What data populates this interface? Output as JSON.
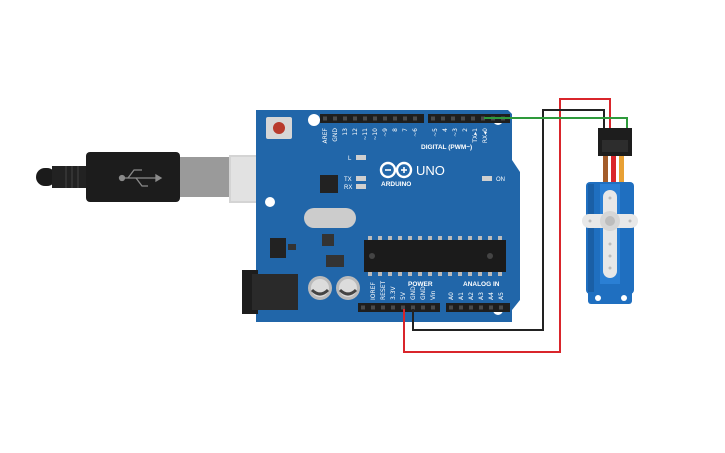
{
  "board": {
    "brand": "ARDUINO",
    "model": "UNO",
    "digital_header_label": "DIGITAL (PWM~)",
    "power_label": "POWER",
    "analog_label": "ANALOG IN",
    "on_label": "ON",
    "led_l": "L",
    "led_tx": "TX",
    "led_rx": "RX",
    "digital_pins": [
      "AREF",
      "GND",
      "13",
      "12",
      "~11",
      "~10",
      "~9",
      "8",
      "7",
      "~6",
      "~5",
      "4",
      "~3",
      "2",
      "TX▸1",
      "RX◂0"
    ],
    "power_pins": [
      "IOREF",
      "RESET",
      "3.3V",
      "5V",
      "GND",
      "GND",
      "Vin"
    ],
    "analog_pins": [
      "A0",
      "A1",
      "A2",
      "A3",
      "A4",
      "A5"
    ]
  },
  "colors": {
    "board": "#2166a9",
    "board_dark": "#1b5590",
    "wire_red": "#d9252b",
    "wire_black": "#222222",
    "wire_green": "#2e9a3b",
    "servo": "#1f6fc0"
  },
  "icons": {
    "usb_cable": "usb-cable-icon",
    "servo": "servo-motor-icon"
  }
}
